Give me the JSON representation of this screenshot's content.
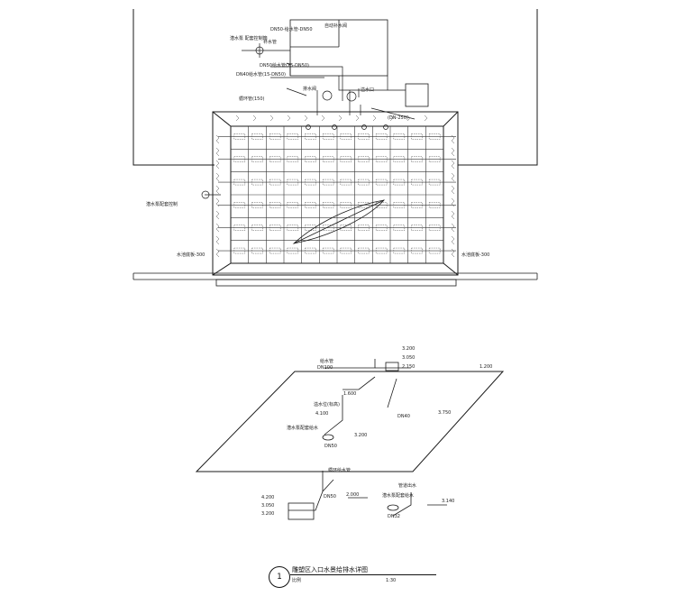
{
  "plan": {
    "pump_box_label": "",
    "labels": [
      {
        "key": "a",
        "text": "潜水泵 配套控制箱"
      },
      {
        "key": "b",
        "text": "DN50-给水管-DN50"
      },
      {
        "key": "c",
        "text": "补水管"
      },
      {
        "key": "d",
        "text": "自动补水阀"
      },
      {
        "key": "e",
        "text": "DN50给水管(25-DN50)"
      },
      {
        "key": "f",
        "text": "DN40给水管(15-DN50)"
      },
      {
        "key": "g",
        "text": "循环管(150)"
      },
      {
        "key": "h",
        "text": "排水阀"
      },
      {
        "key": "i",
        "text": "溢水口"
      },
      {
        "key": "j",
        "text": "(DN-250)"
      },
      {
        "key": "k",
        "text": "潜水泵配套控制"
      },
      {
        "key": "l",
        "text": "水池底板-300"
      },
      {
        "key": "m",
        "text": "水池底板-300"
      }
    ]
  },
  "iso": {
    "labels": [
      {
        "key": "a",
        "text": "给水管"
      },
      {
        "key": "b",
        "text": "DN100"
      },
      {
        "key": "c",
        "text": "3.200"
      },
      {
        "key": "d",
        "text": "3.050"
      },
      {
        "key": "e",
        "text": "2.150"
      },
      {
        "key": "f",
        "text": "1.200"
      },
      {
        "key": "g",
        "text": "1.600"
      },
      {
        "key": "h",
        "text": "溢水位(标高)"
      },
      {
        "key": "i",
        "text": "4.100"
      },
      {
        "key": "j",
        "text": "DN40"
      },
      {
        "key": "k",
        "text": "3.750"
      },
      {
        "key": "l",
        "text": "潜水泵配套给水"
      },
      {
        "key": "m",
        "text": "3.200"
      },
      {
        "key": "n",
        "text": "DN50"
      },
      {
        "key": "o",
        "text": "循环给水管"
      },
      {
        "key": "p",
        "text": "4.200"
      },
      {
        "key": "q",
        "text": "3.050"
      },
      {
        "key": "r",
        "text": "3.200"
      },
      {
        "key": "s",
        "text": "DN50"
      },
      {
        "key": "t",
        "text": "2.000"
      },
      {
        "key": "u",
        "text": "潜水泵配套给水"
      },
      {
        "key": "v",
        "text": "3.140"
      },
      {
        "key": "w",
        "text": "DN32"
      },
      {
        "key": "x",
        "text": "管道出水"
      }
    ]
  },
  "title_block": {
    "number": "1",
    "title": "雕塑区入口水景给排水详图",
    "scale_label": "比例",
    "scale_value": "1:30"
  },
  "colors": {
    "line": "#1a1a1a",
    "grid": "#333333",
    "hatch": "#555555"
  }
}
